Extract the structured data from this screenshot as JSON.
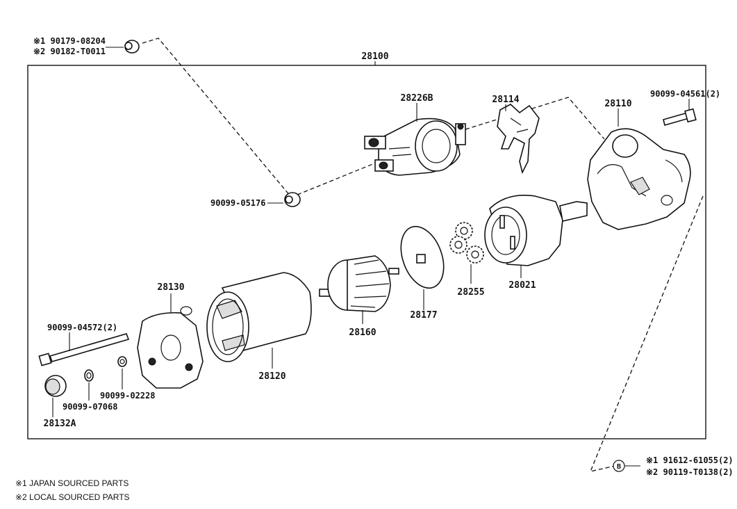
{
  "diagram": {
    "assembly_number": "28100",
    "parts": {
      "p_90179": {
        "mark": "※1",
        "number": "90179-08204"
      },
      "p_90182": {
        "mark": "※2",
        "number": "90182-T0011"
      },
      "p_28226B": {
        "number": "28226B"
      },
      "p_28114": {
        "number": "28114"
      },
      "p_28110": {
        "number": "28110"
      },
      "p_90099_04561": {
        "number": "90099-04561(2)"
      },
      "p_90099_05176": {
        "number": "90099-05176"
      },
      "p_28130": {
        "number": "28130"
      },
      "p_90099_04572": {
        "number": "90099-04572(2)"
      },
      "p_28120": {
        "number": "28120"
      },
      "p_28160": {
        "number": "28160"
      },
      "p_28177": {
        "number": "28177"
      },
      "p_28255": {
        "number": "28255"
      },
      "p_28021": {
        "number": "28021"
      },
      "p_90099_02228": {
        "number": "90099-02228"
      },
      "p_90099_07068": {
        "number": "90099-07068"
      },
      "p_28132A": {
        "number": "28132A"
      },
      "p_91612": {
        "mark": "※1",
        "number": "91612-61055(2)"
      },
      "p_90119": {
        "mark": "※2",
        "number": "90119-T0138(2)"
      }
    },
    "callout_b": "B",
    "notes": [
      "※1 JAPAN SOURCED PARTS",
      "※2 LOCAL SOURCED PARTS"
    ]
  }
}
